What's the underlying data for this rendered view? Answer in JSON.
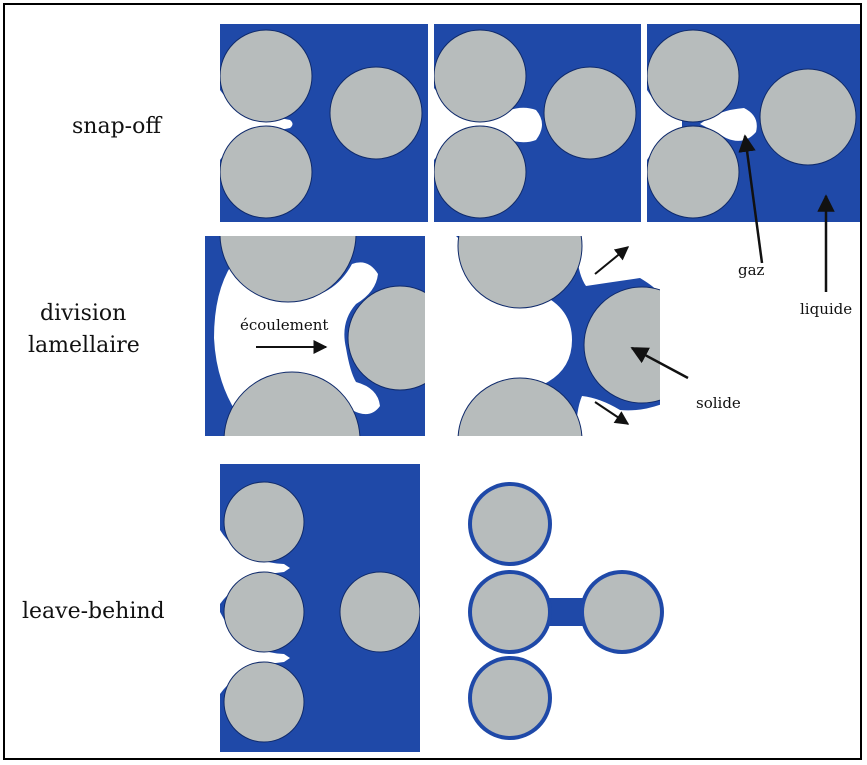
{
  "rows": [
    {
      "label": "snap-off"
    },
    {
      "label_line1": "division",
      "label_line2": "lamellaire"
    },
    {
      "label": "leave-behind"
    }
  ],
  "annotations": {
    "flow": "écoulement",
    "gas": "gaz",
    "liquid": "liquide",
    "solid": "solide"
  },
  "colors": {
    "liquid": "#1f49a8",
    "solid": "#b7bcbc",
    "gas": "#ffffff",
    "outline": "#0f2a6b"
  }
}
